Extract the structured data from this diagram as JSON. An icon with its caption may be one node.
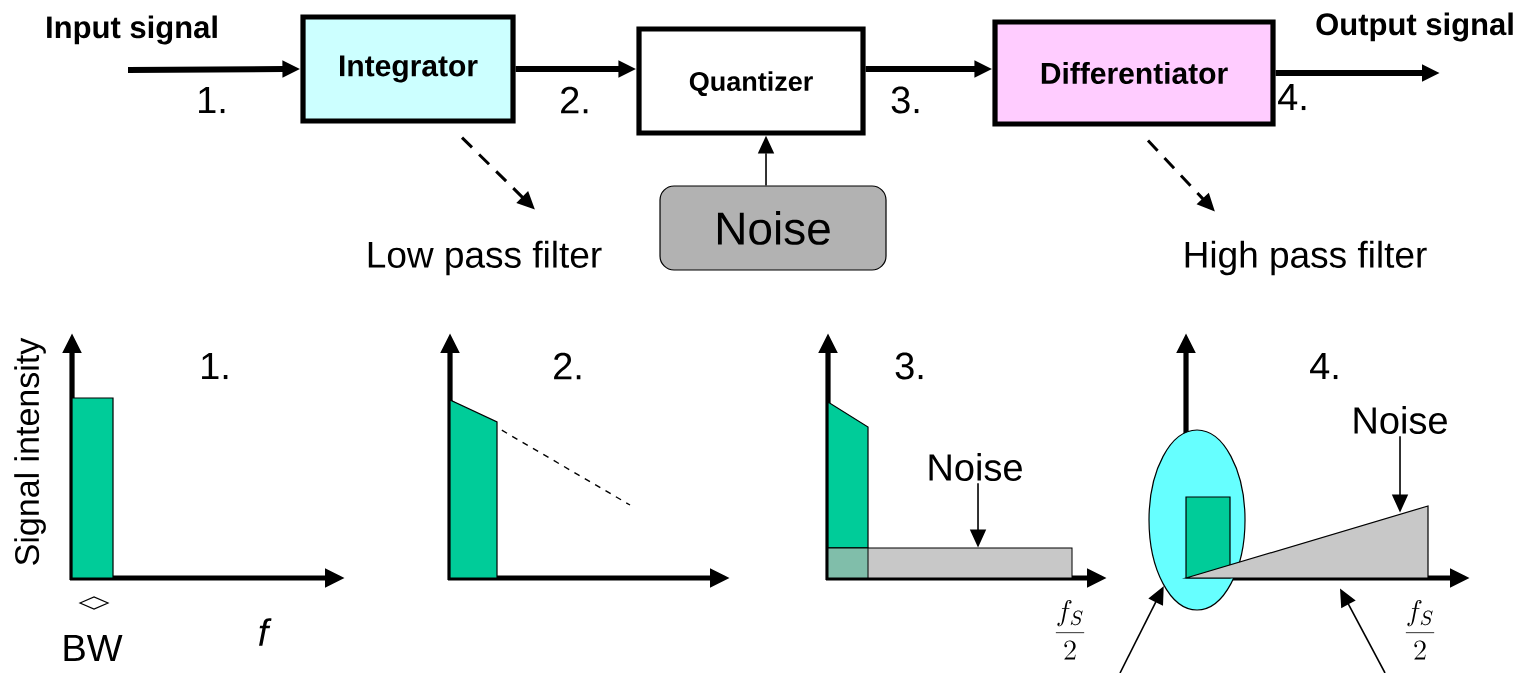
{
  "diagram": {
    "nodes": [
      {
        "text": [
          "Integrator"
        ]
      },
      {
        "text": [
          "Quantizer"
        ]
      },
      {
        "text": [
          "Differentiator"
        ]
      },
      {
        "text": [
          "Noise"
        ]
      },
      {
        "text": [
          "Low pass filter"
        ]
      },
      {
        "text": [
          "High pass filter"
        ]
      },
      {
        "text": [
          "Noise"
        ]
      },
      {
        "text": [],
        "shape": "box"
      },
      {
        "text": [
          "Noise"
        ]
      },
      {
        "text": [],
        "shape": "triangle"
      },
      {
        "text": [],
        "shape": "ellipse"
      },
      {
        "text": [],
        "shape": "bar"
      },
      {
        "text": [],
        "shape": "bar"
      },
      {
        "text": [],
        "shape": "bar"
      },
      {
        "text": [],
        "shape": "bar",
        "in": 10
      }
    ],
    "edges": [
      {
        "from": null,
        "to": 0,
        "arrow": "to",
        "style": "thick"
      },
      {
        "from": 0,
        "to": 1,
        "arrow": "to",
        "style": "thick"
      },
      {
        "from": 1,
        "to": 2,
        "arrow": "to",
        "style": "thick"
      },
      {
        "from": 2,
        "to": null,
        "arrow": "to",
        "style": "thick"
      },
      {
        "from": 3,
        "to": 1,
        "arrow": "to"
      },
      {
        "from": 0,
        "to": 4,
        "arrow": "to",
        "style": "dashed"
      },
      {
        "from": 2,
        "to": 5,
        "arrow": "to",
        "style": "dashed"
      },
      {
        "from": 6,
        "to": 7,
        "arrow": "to"
      },
      {
        "from": 8,
        "to": 9,
        "arrow": "to"
      },
      {
        "from": null,
        "to": 10,
        "arrow": "to"
      },
      {
        "from": null,
        "to": 9,
        "arrow": "to"
      }
    ],
    "labels": [
      "Input signal",
      "Output signal",
      "1.",
      "2.",
      "3.",
      "4.",
      "Signal intensity",
      "1.",
      "2.",
      "3.",
      "4.",
      "BW",
      "f",
      "\\frac{f_S}{2}",
      "\\frac{f_S}{2}"
    ]
  }
}
